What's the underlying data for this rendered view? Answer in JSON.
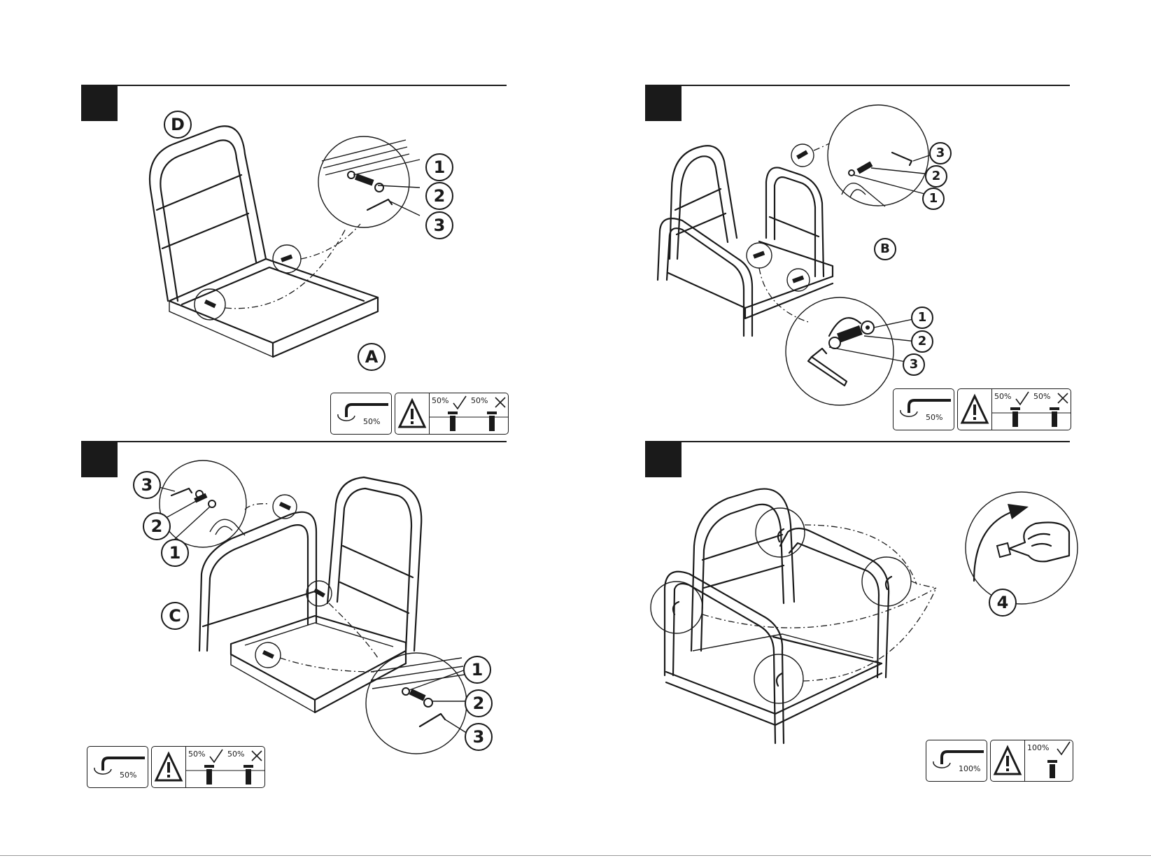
{
  "steps": [
    {
      "parts": [
        "D",
        "A"
      ],
      "callouts": [
        "1",
        "2",
        "3"
      ],
      "torque": "50%",
      "check_ok": "50%",
      "check_bad": "50%"
    },
    {
      "parts": [
        "B"
      ],
      "callouts_top": [
        "3",
        "2",
        "1"
      ],
      "callouts_bottom": [
        "1",
        "2",
        "3"
      ],
      "torque": "50%",
      "check_ok": "50%",
      "check_bad": "50%"
    },
    {
      "parts": [
        "C"
      ],
      "callouts_left": [
        "3",
        "2",
        "1"
      ],
      "callouts_right": [
        "1",
        "2",
        "3"
      ],
      "torque": "50%",
      "check_ok": "50%",
      "check_bad": "50%"
    },
    {
      "callouts": [
        "4"
      ],
      "torque": "100%",
      "check_ok": "100%"
    }
  ],
  "icons": {
    "allen_key": "allen-key-icon",
    "warning": "warning-triangle-icon",
    "check": "checkmark-icon",
    "cross": "cross-icon"
  }
}
